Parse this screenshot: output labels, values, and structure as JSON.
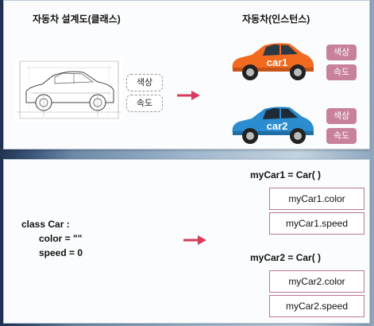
{
  "top": {
    "class_title": "자동차 설계도(클래스)",
    "instance_title": "자동차(인스턴스)",
    "class_attrs": [
      "색상",
      "속도"
    ],
    "instances": [
      {
        "label": "car1",
        "color": "#f26a1f",
        "attrs": [
          "색상",
          "속도"
        ]
      },
      {
        "label": "car2",
        "color": "#2b8ccf",
        "attrs": [
          "색상",
          "속도"
        ]
      }
    ]
  },
  "bottom": {
    "code_lines": [
      "class Car :",
      "color = \"\"",
      "speed = 0"
    ],
    "assignments": [
      {
        "statement": "myCar1 = Car( )",
        "attrs": [
          "myCar1.color",
          "myCar1.speed"
        ]
      },
      {
        "statement": "myCar2 = Car( )",
        "attrs": [
          "myCar2.color",
          "myCar2.speed"
        ]
      }
    ]
  },
  "colors": {
    "tag": "#c7819c",
    "arrow": "#d63a5c",
    "car1": "#f26a1f",
    "car2": "#2b8ccf"
  }
}
